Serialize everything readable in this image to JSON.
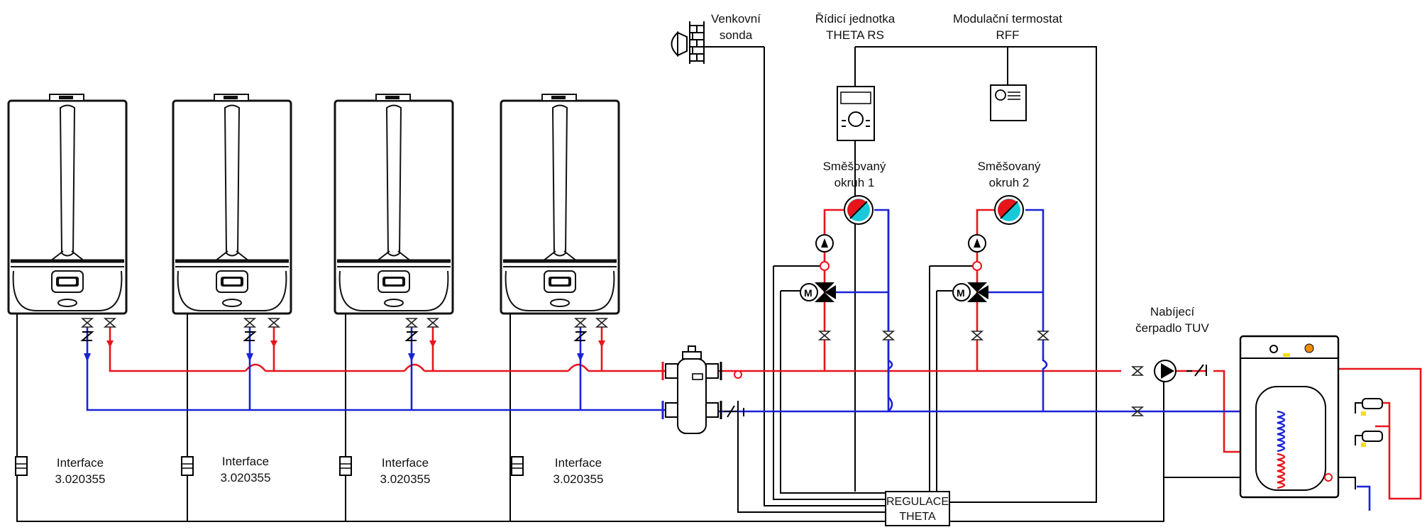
{
  "boilers": [
    {
      "interface_name": "Interface",
      "interface_code": "3.020355"
    },
    {
      "interface_name": "Interface",
      "interface_code": "3.020355"
    },
    {
      "interface_name": "Interface",
      "interface_code": "3.020355"
    },
    {
      "interface_name": "Interface",
      "interface_code": "3.020355"
    }
  ],
  "outdoor_sensor": {
    "line1": "Venkovní",
    "line2": "sonda"
  },
  "control_unit": {
    "line1": "Řídicí jednotka",
    "line2": "THETA RS"
  },
  "thermostat": {
    "line1": "Modulační termostat",
    "line2": "RFF"
  },
  "mixed_circuit_1": {
    "line1": "Směšovaný",
    "line2": "okruh 1"
  },
  "mixed_circuit_2": {
    "line1": "Směšovaný",
    "line2": "okruh 2"
  },
  "dhw_pump": {
    "line1": "Nabíjecí",
    "line2": "čerpadlo TUV"
  },
  "regulation_box": {
    "line1": "REGULACE",
    "line2": "THETA"
  },
  "colors": {
    "flow": "#e8141b",
    "return": "#1a22d6",
    "wiring": "#000000",
    "gauge_hot": "#e8141b",
    "gauge_cold": "#19c9d9"
  }
}
